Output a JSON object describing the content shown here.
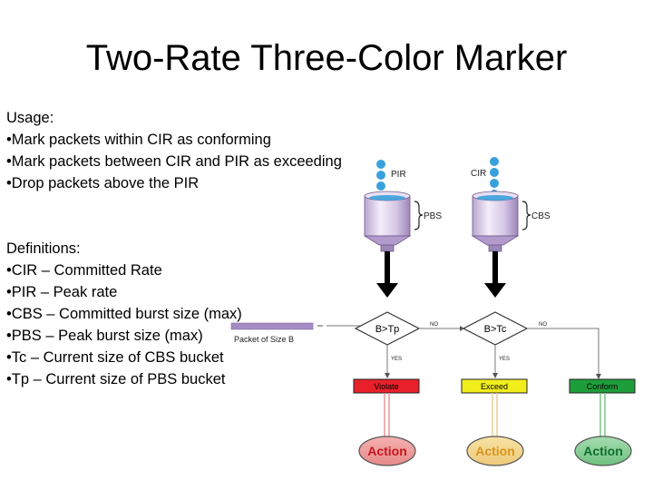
{
  "title": "Two-Rate Three-Color Marker",
  "usage": {
    "heading": "Usage:",
    "items": [
      "•Mark packets within CIR as conforming",
      "•Mark packets between CIR and PIR as exceeding",
      "•Drop packets above the PIR"
    ]
  },
  "definitions": {
    "heading": "Definitions:",
    "items": [
      "•CIR – Committed Rate",
      "•PIR – Peak rate",
      "•CBS – Committed burst size (max)",
      "•PBS – Peak burst size (max)",
      "•Tc – Current size of CBS bucket",
      "•Tp – Current size of PBS bucket"
    ]
  },
  "diagram": {
    "pir_label": "PIR",
    "cir_label": "CIR",
    "pbs_label": "PBS",
    "cbs_label": "CBS",
    "packet_label": "Packet of Size B",
    "decision_p": "B>Tp",
    "decision_c": "B>Tc",
    "no_label": "NO",
    "yes_label": "YES",
    "violate": "Violate",
    "exceed": "Exceed",
    "conform": "Conform",
    "action": "Action",
    "colors": {
      "violate": "#e8202a",
      "exceed": "#f2ee1c",
      "conform": "#1e9e3a",
      "drop": "#3aa0dc",
      "bucket": "#d8c8e8"
    }
  }
}
